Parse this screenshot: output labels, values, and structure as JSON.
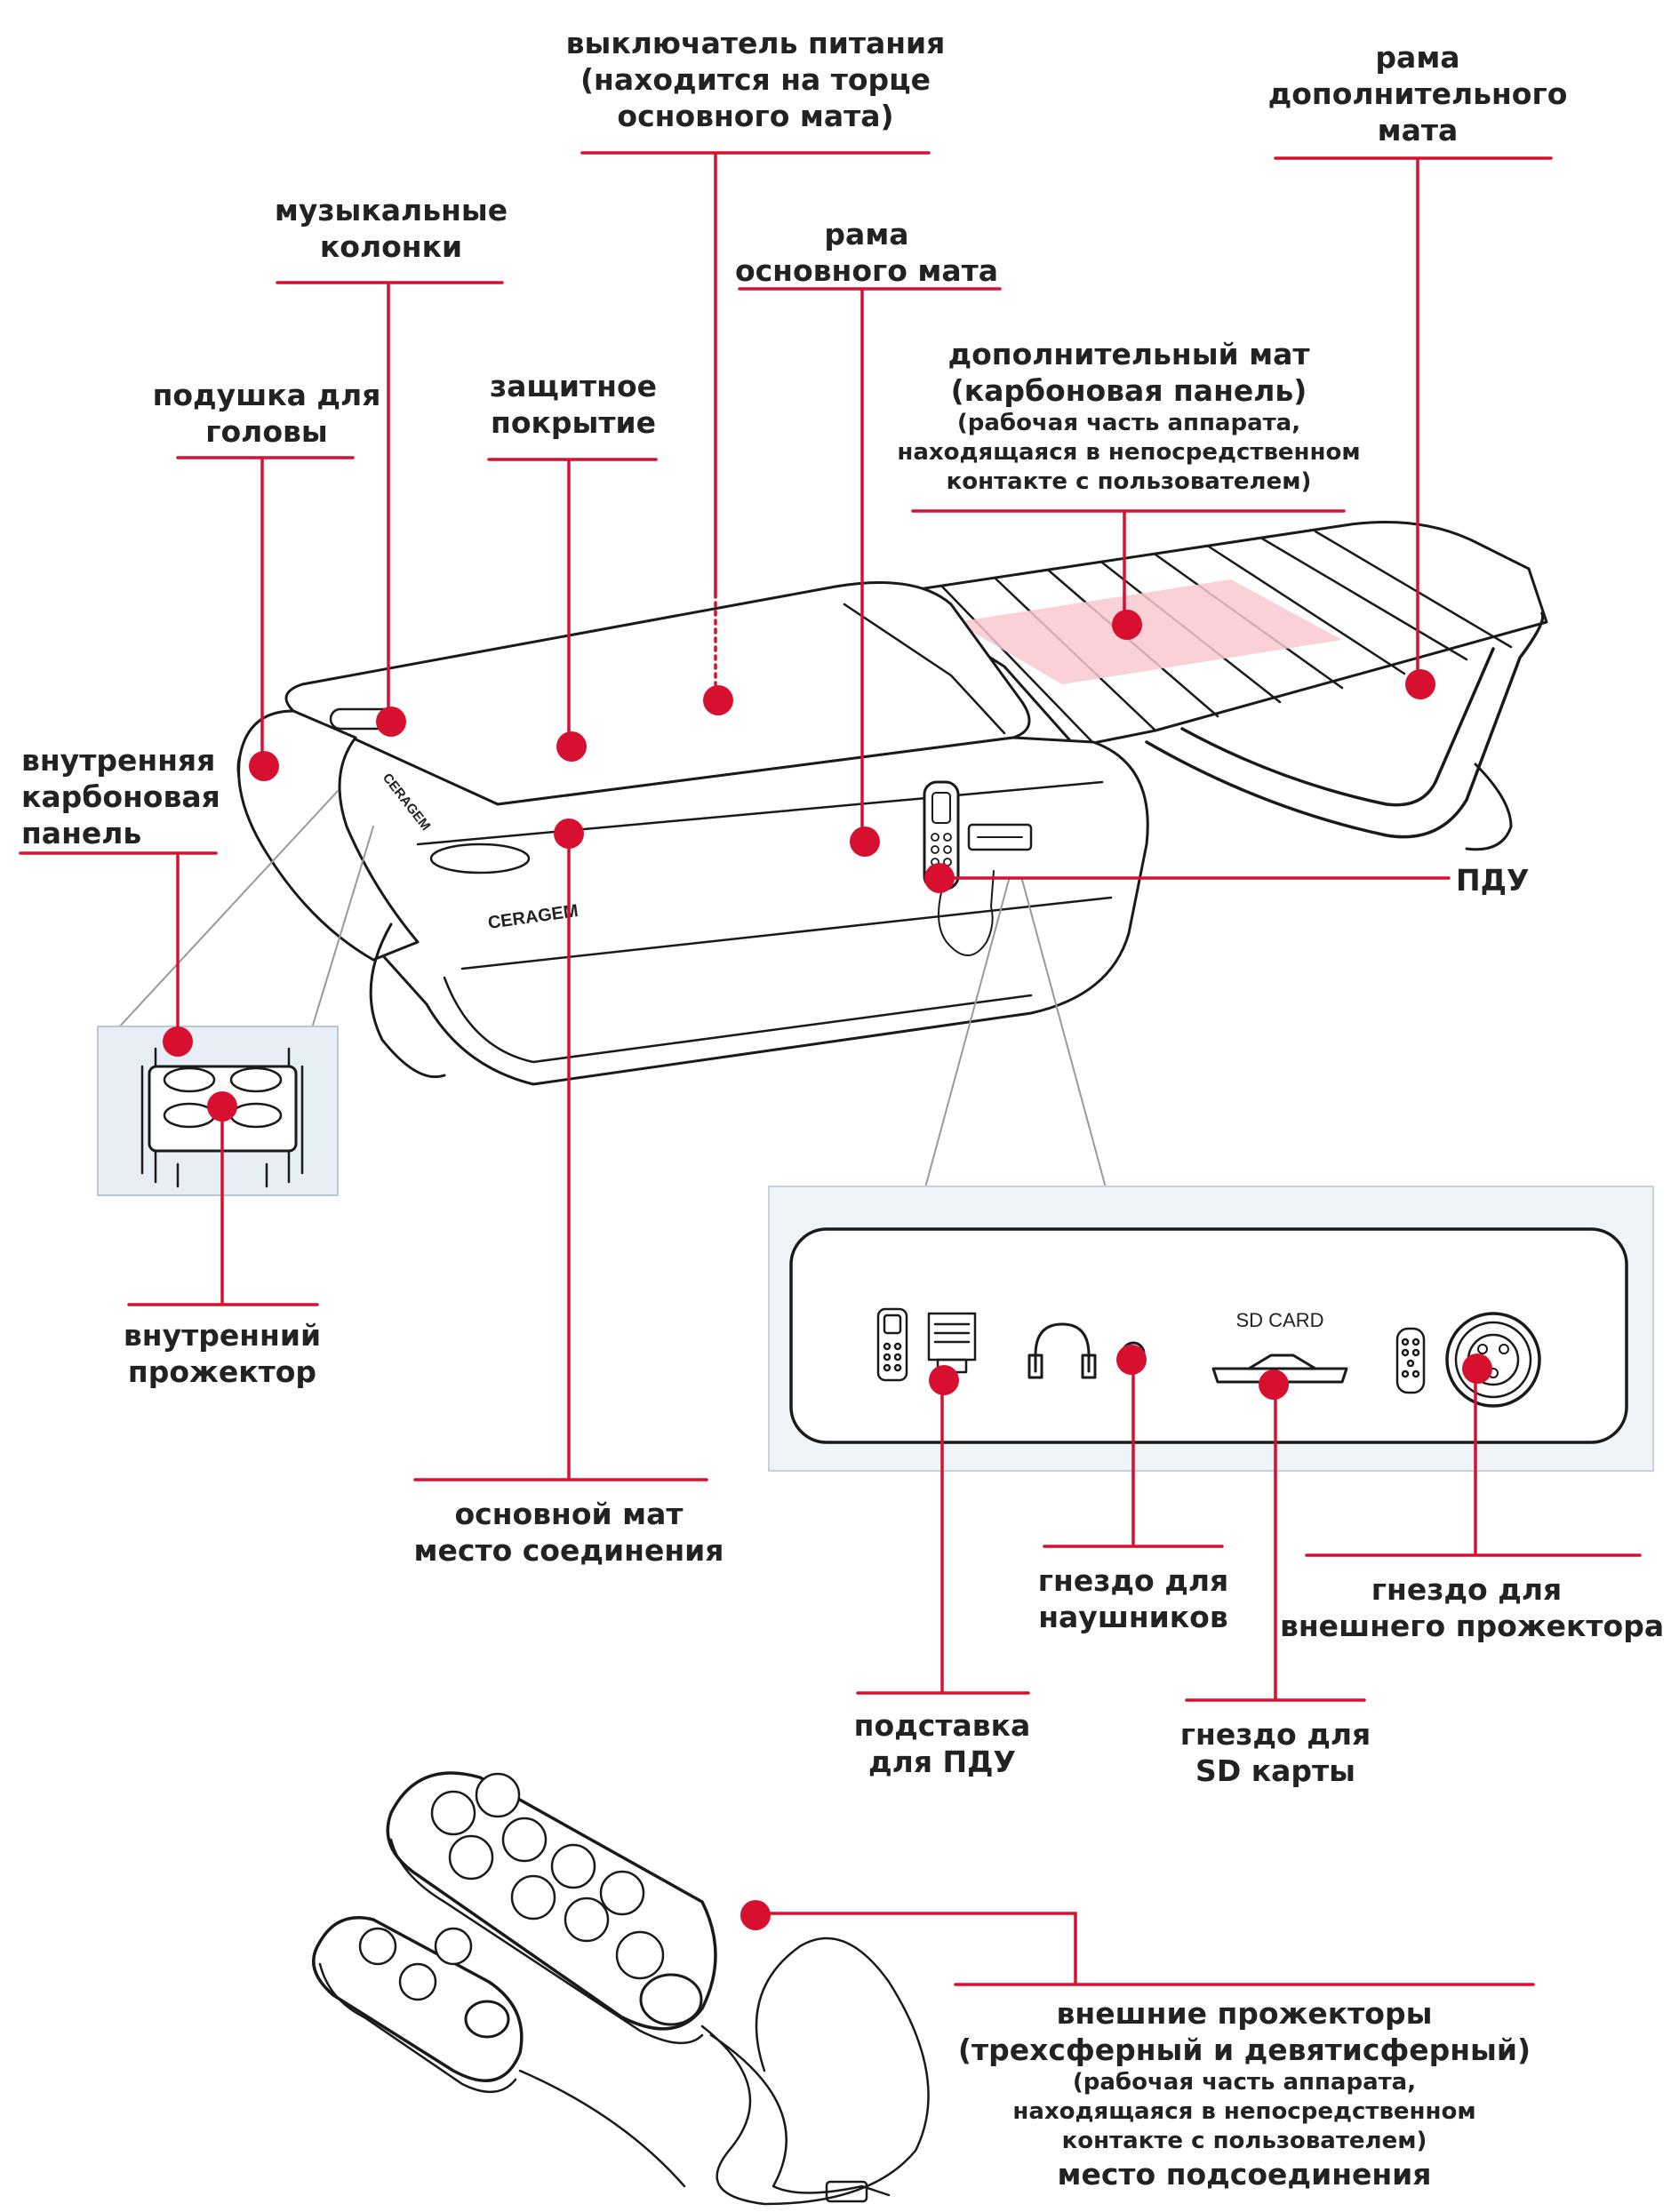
{
  "brand": {
    "logo_text": "CERAGEM",
    "logo_text_mirrored": "CERAGEM"
  },
  "colors": {
    "callout": "#d81030",
    "line": "#1a1a1a",
    "carbon_panel": "#f8c9d0",
    "inset_bg": "#e8eef6"
  },
  "icons": [
    "remote-icon",
    "cradle-icon",
    "headphones-icon",
    "jack-icon",
    "sd-slot-icon",
    "projector-port-icon"
  ],
  "labels": {
    "power_switch": [
      "выключатель питания",
      "(находится на торце",
      "основного мата)"
    ],
    "extra_mat_frame": [
      "рама",
      "дополнительного",
      "мата"
    ],
    "speakers": [
      "музыкальные",
      "колонки"
    ],
    "main_mat_frame": [
      "рама",
      "основного мата"
    ],
    "pillow": [
      "подушка для",
      "головы"
    ],
    "cover": [
      "защитное",
      "покрытие"
    ],
    "extra_mat": [
      "дополнительный мат",
      "(карбоновая панель)"
    ],
    "extra_mat_note": [
      "(рабочая часть аппарата,",
      "находящаяся в непосредственном",
      "контакте с пользователем)"
    ],
    "inner_carbon": [
      "внутренняя",
      "карбоновая",
      "панель"
    ],
    "remote": [
      "ПДУ"
    ],
    "inner_projector": [
      "внутренний",
      "прожектор"
    ],
    "main_mat_joint": [
      "основной мат",
      "место соединения"
    ],
    "headphone_jack": [
      "гнездо для",
      "наушников"
    ],
    "ext_projector_jack": [
      "гнездо для",
      "внешнего прожектора"
    ],
    "remote_stand": [
      "подставка",
      "для ПДУ"
    ],
    "sd_slot": [
      "гнездо для",
      "SD карты"
    ],
    "external_projectors": [
      "внешние прожекторы",
      "(трехсферный и девятисферный)"
    ],
    "external_projectors_note": [
      "(рабочая часть аппарата,",
      "находящаяся в непосредственном",
      "контакте с пользователем)"
    ],
    "connection_point": [
      "место подсоединения"
    ]
  },
  "panel": {
    "sd_card_label": "SD CARD"
  }
}
